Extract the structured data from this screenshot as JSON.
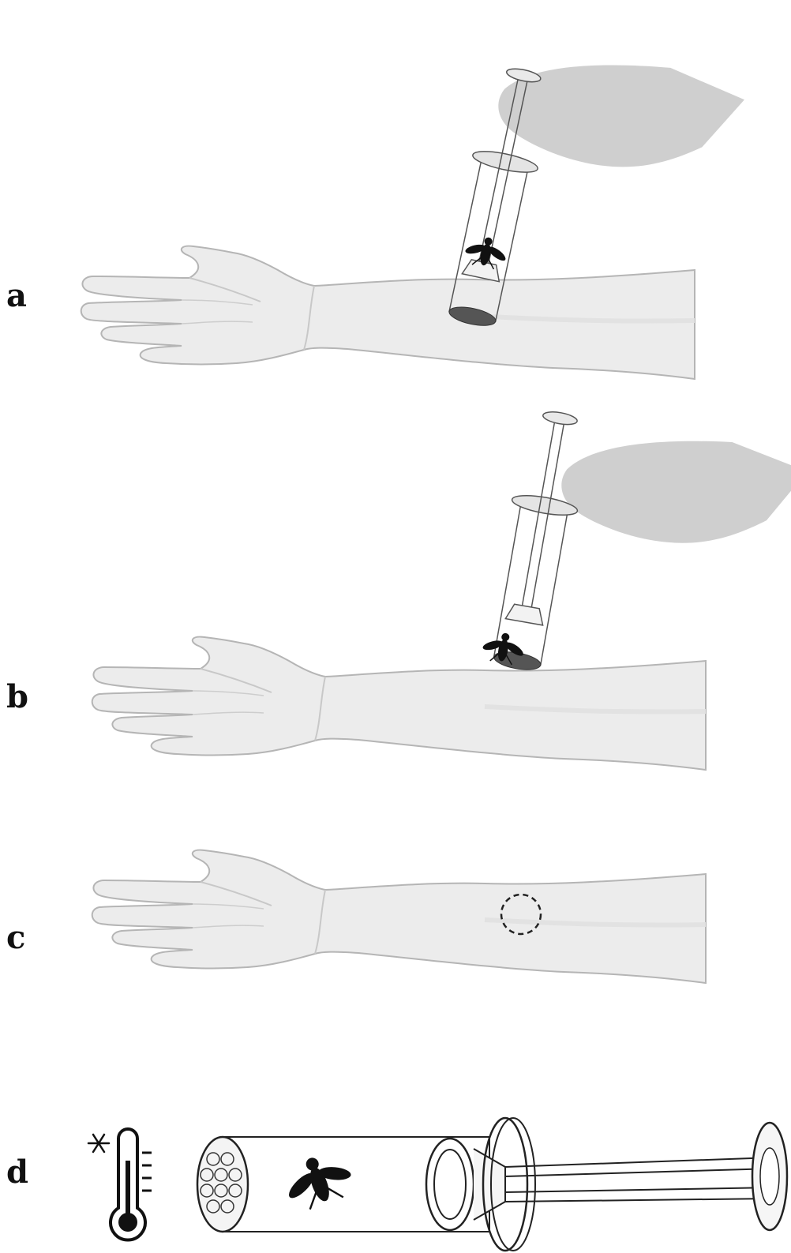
{
  "figure": {
    "panels": [
      {
        "id": "a",
        "label": "a"
      },
      {
        "id": "b",
        "label": "b"
      },
      {
        "id": "c",
        "label": "c"
      },
      {
        "id": "d",
        "label": "d"
      }
    ]
  },
  "icons": {
    "cold_storage": "snowflake-thermometer-icon",
    "insect": "bee-icon",
    "device": "syringe-applicator-icon"
  },
  "colors": {
    "arm_fill": "#ececec",
    "arm_line": "#b5b5b5",
    "hand_fill": "#cfcfcf",
    "ink": "#1a1a1a"
  }
}
